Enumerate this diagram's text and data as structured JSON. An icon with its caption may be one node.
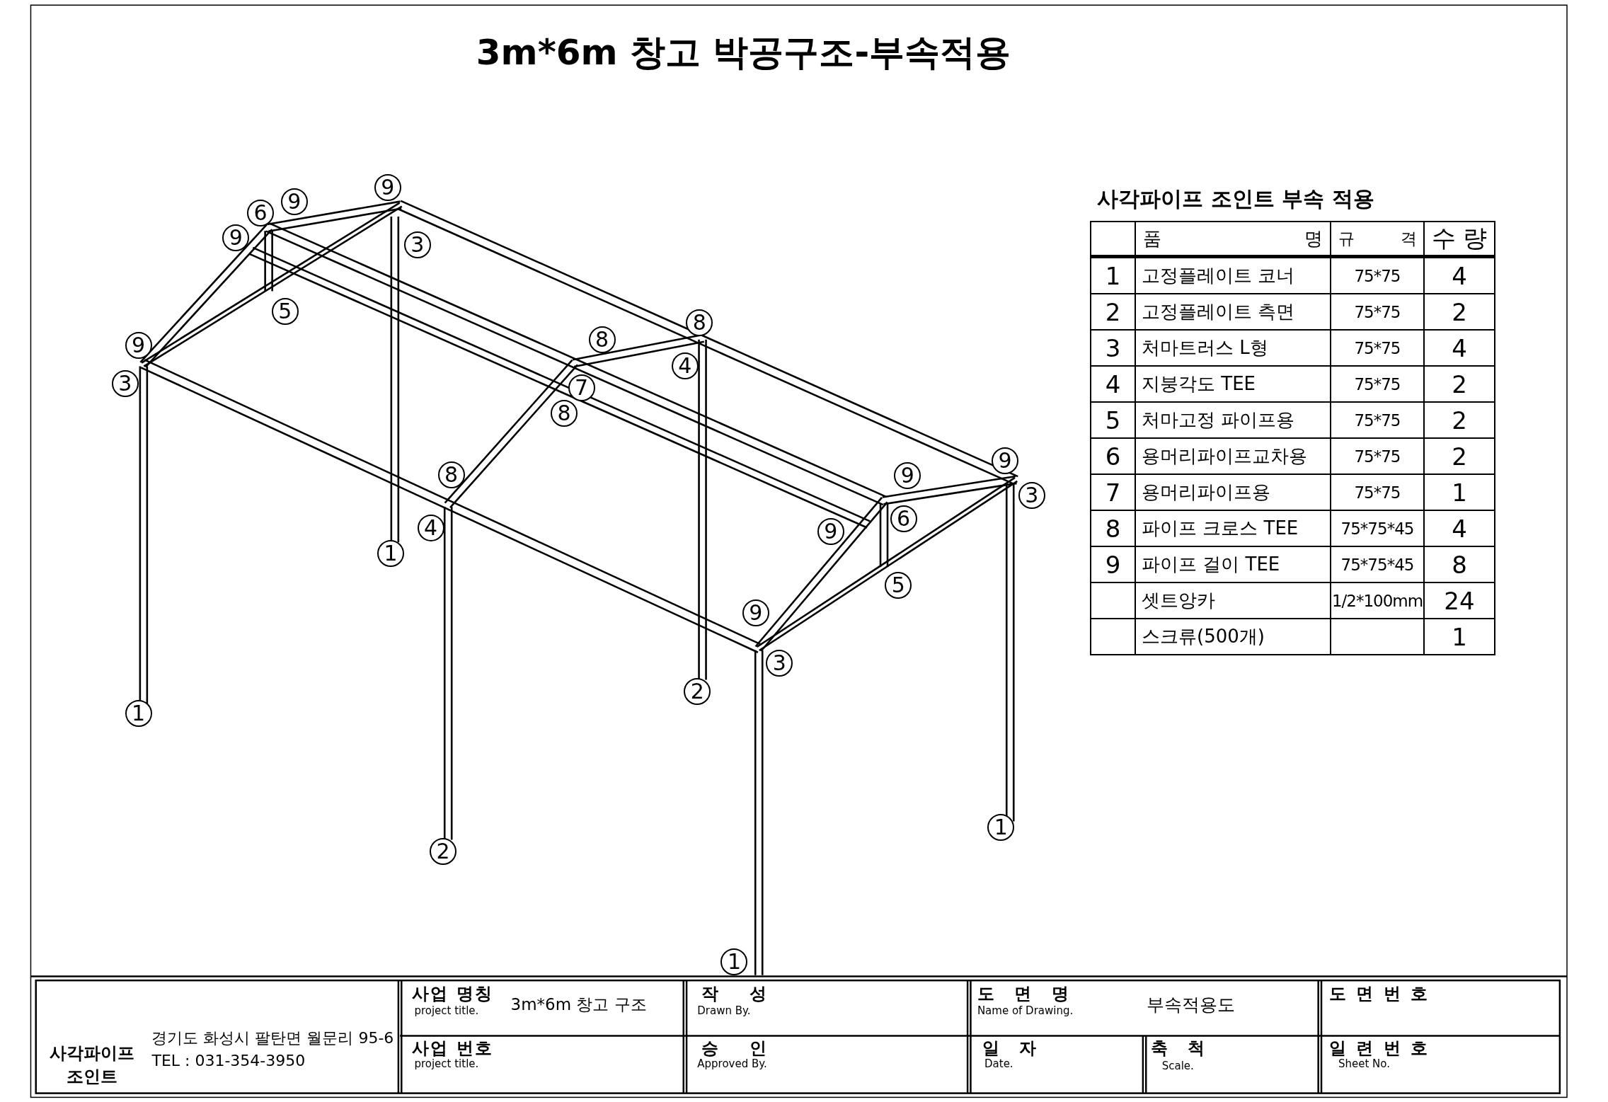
{
  "diagram": {
    "title": "3m*6m 창고 박공구조-부속적용",
    "labels": [
      "9",
      "9",
      "6",
      "9",
      "3",
      "5",
      "9",
      "8",
      "8",
      "3",
      "7",
      "4",
      "8",
      "8",
      "9",
      "9",
      "4",
      "9",
      "6",
      "3",
      "1",
      "5",
      "9",
      "3",
      "2",
      "1",
      "1",
      "2",
      "1",
      "사각파이프 조인트 부속 적용",
      "품 명",
      "규 격",
      "수 량",
      "1",
      "고정플레이트 코너",
      "75*75",
      "4",
      "2",
      "고정플레이트 측면",
      "75*75",
      "2",
      "3",
      "처마트러스 L형",
      "75*75",
      "4",
      "4",
      "지붕각도 TEE",
      "75*75",
      "2",
      "5",
      "처마고정 파이프용",
      "75*75",
      "2",
      "6",
      "용머리파이프교차용",
      "75*75",
      "2",
      "7",
      "용머리파이프용",
      "75*75",
      "1",
      "8",
      "파이프 크로스 TEE",
      "75*75*45",
      "4",
      "9",
      "파이프 걸이 TEE",
      "75*75*45",
      "8",
      "셋트앙카",
      "1/2*100mm",
      "24",
      "스크류(500개)",
      "1",
      "사각파이프 조인트",
      "경기도 화성시 팔탄면 월문리 95-6",
      "TEL : 031-354-3950",
      "사업 명칭",
      "project title.",
      "3m*6m 창고 구조",
      "작 성",
      "Drawn By.",
      "도 면 명",
      "Name of Drawing.",
      "부속적용도",
      "도 면 번 호",
      "사업 번호",
      "project title.",
      "승 인",
      "Approved By.",
      "일 자",
      "Date.",
      "축 척",
      "Scale.",
      "일 련 번 호",
      "Sheet No."
    ]
  }
}
